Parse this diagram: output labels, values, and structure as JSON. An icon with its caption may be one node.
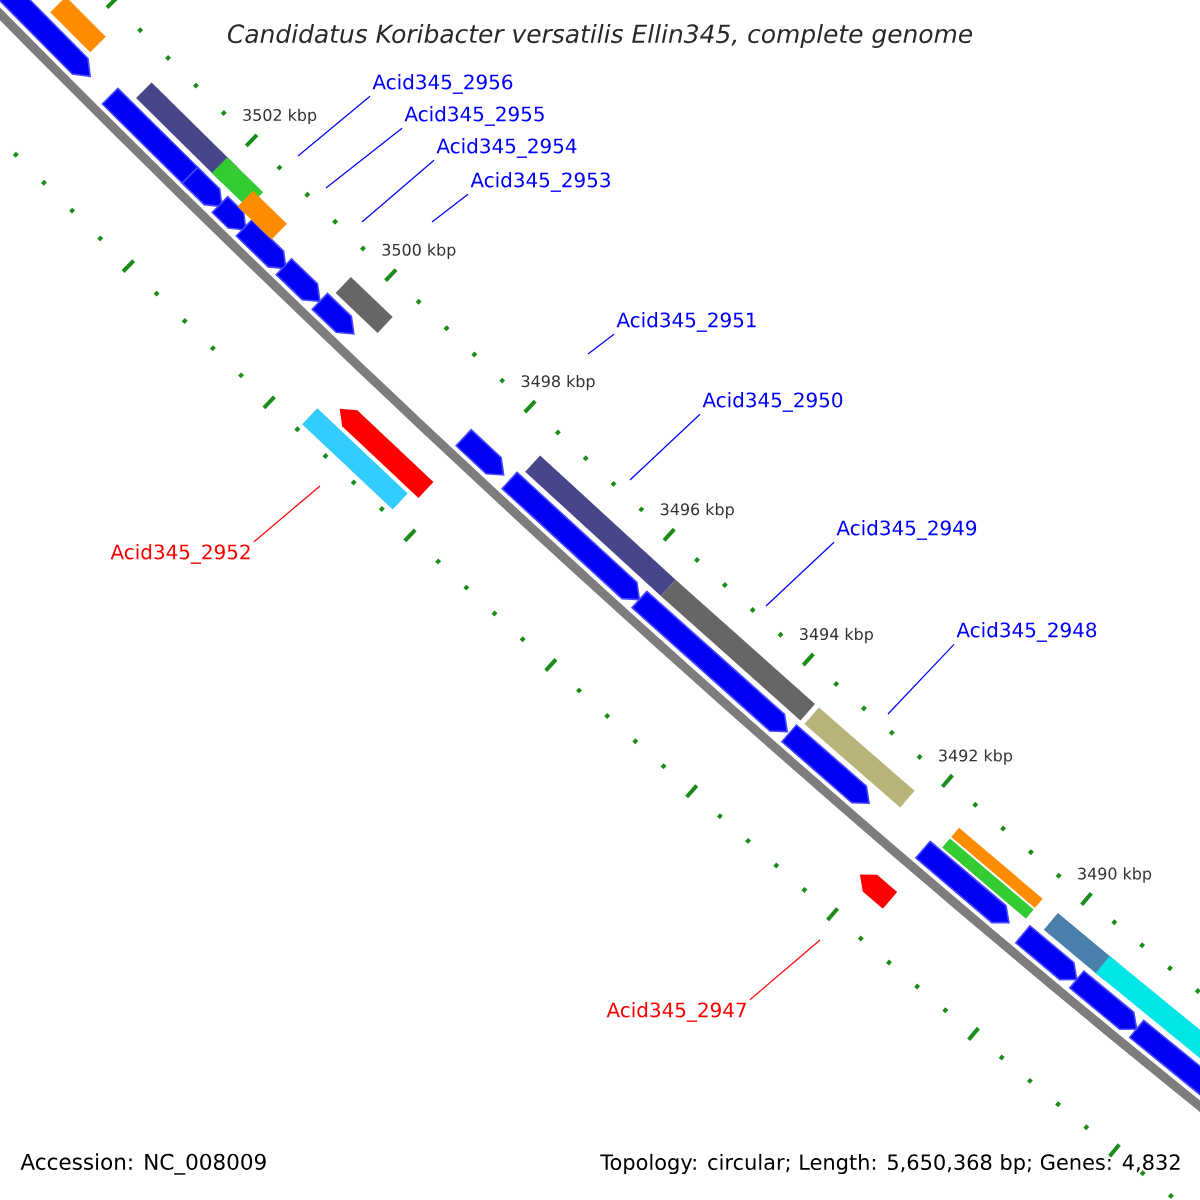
{
  "diagram": {
    "title": "Candidatus Koribacter versatilis Ellin345, complete genome",
    "nodes": [
      {
        "text": [
          "Acid345_2956"
        ]
      },
      {
        "text": [
          "Acid345_2955"
        ]
      },
      {
        "text": [
          "Acid345_2954"
        ]
      },
      {
        "text": [
          "Acid345_2953"
        ]
      },
      {
        "text": [
          "Acid345_2951"
        ]
      },
      {
        "text": [
          "Acid345_2950"
        ]
      },
      {
        "text": [
          "Acid345_2949"
        ]
      },
      {
        "text": [
          "Acid345_2952"
        ]
      },
      {
        "text": [
          "Acid345_2948"
        ]
      },
      {
        "text": [
          "Acid345_2947"
        ]
      }
    ],
    "edges": [
      {
        "from": 0,
        "to": null,
        "arrow": "none"
      },
      {
        "from": 1,
        "to": null,
        "arrow": "none"
      },
      {
        "from": 2,
        "to": null,
        "arrow": "none"
      },
      {
        "from": 3,
        "to": null,
        "arrow": "none"
      },
      {
        "from": 4,
        "to": null,
        "arrow": "none"
      },
      {
        "from": 5,
        "to": null,
        "arrow": "none"
      },
      {
        "from": 6,
        "to": null,
        "arrow": "none"
      },
      {
        "from": 7,
        "to": null,
        "arrow": "none",
        "color": "#ff0000"
      },
      {
        "from": 8,
        "to": null,
        "arrow": "none"
      },
      {
        "from": 9,
        "to": null,
        "arrow": "none",
        "color": "#ff0000"
      }
    ],
    "labels": [
      "3502 kbp",
      "3500 kbp",
      "3498 kbp",
      "3496 kbp",
      "3494 kbp",
      "3492 kbp",
      "3490 kbp",
      "Accession: NC_008009",
      "Topology: circular; Length: 5,650,368 bp; Genes: 4,832"
    ]
  }
}
